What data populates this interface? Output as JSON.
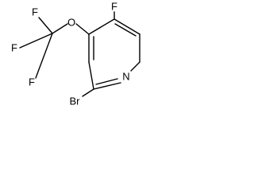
{
  "molecule": {
    "atoms": {
      "fluorine_ring": "F",
      "oxygen": "O",
      "fluorine_cf3_top": "F",
      "fluorine_cf3_left": "F",
      "fluorine_cf3_bottom": "F",
      "bromine": "Br",
      "nitrogen": "N"
    }
  }
}
